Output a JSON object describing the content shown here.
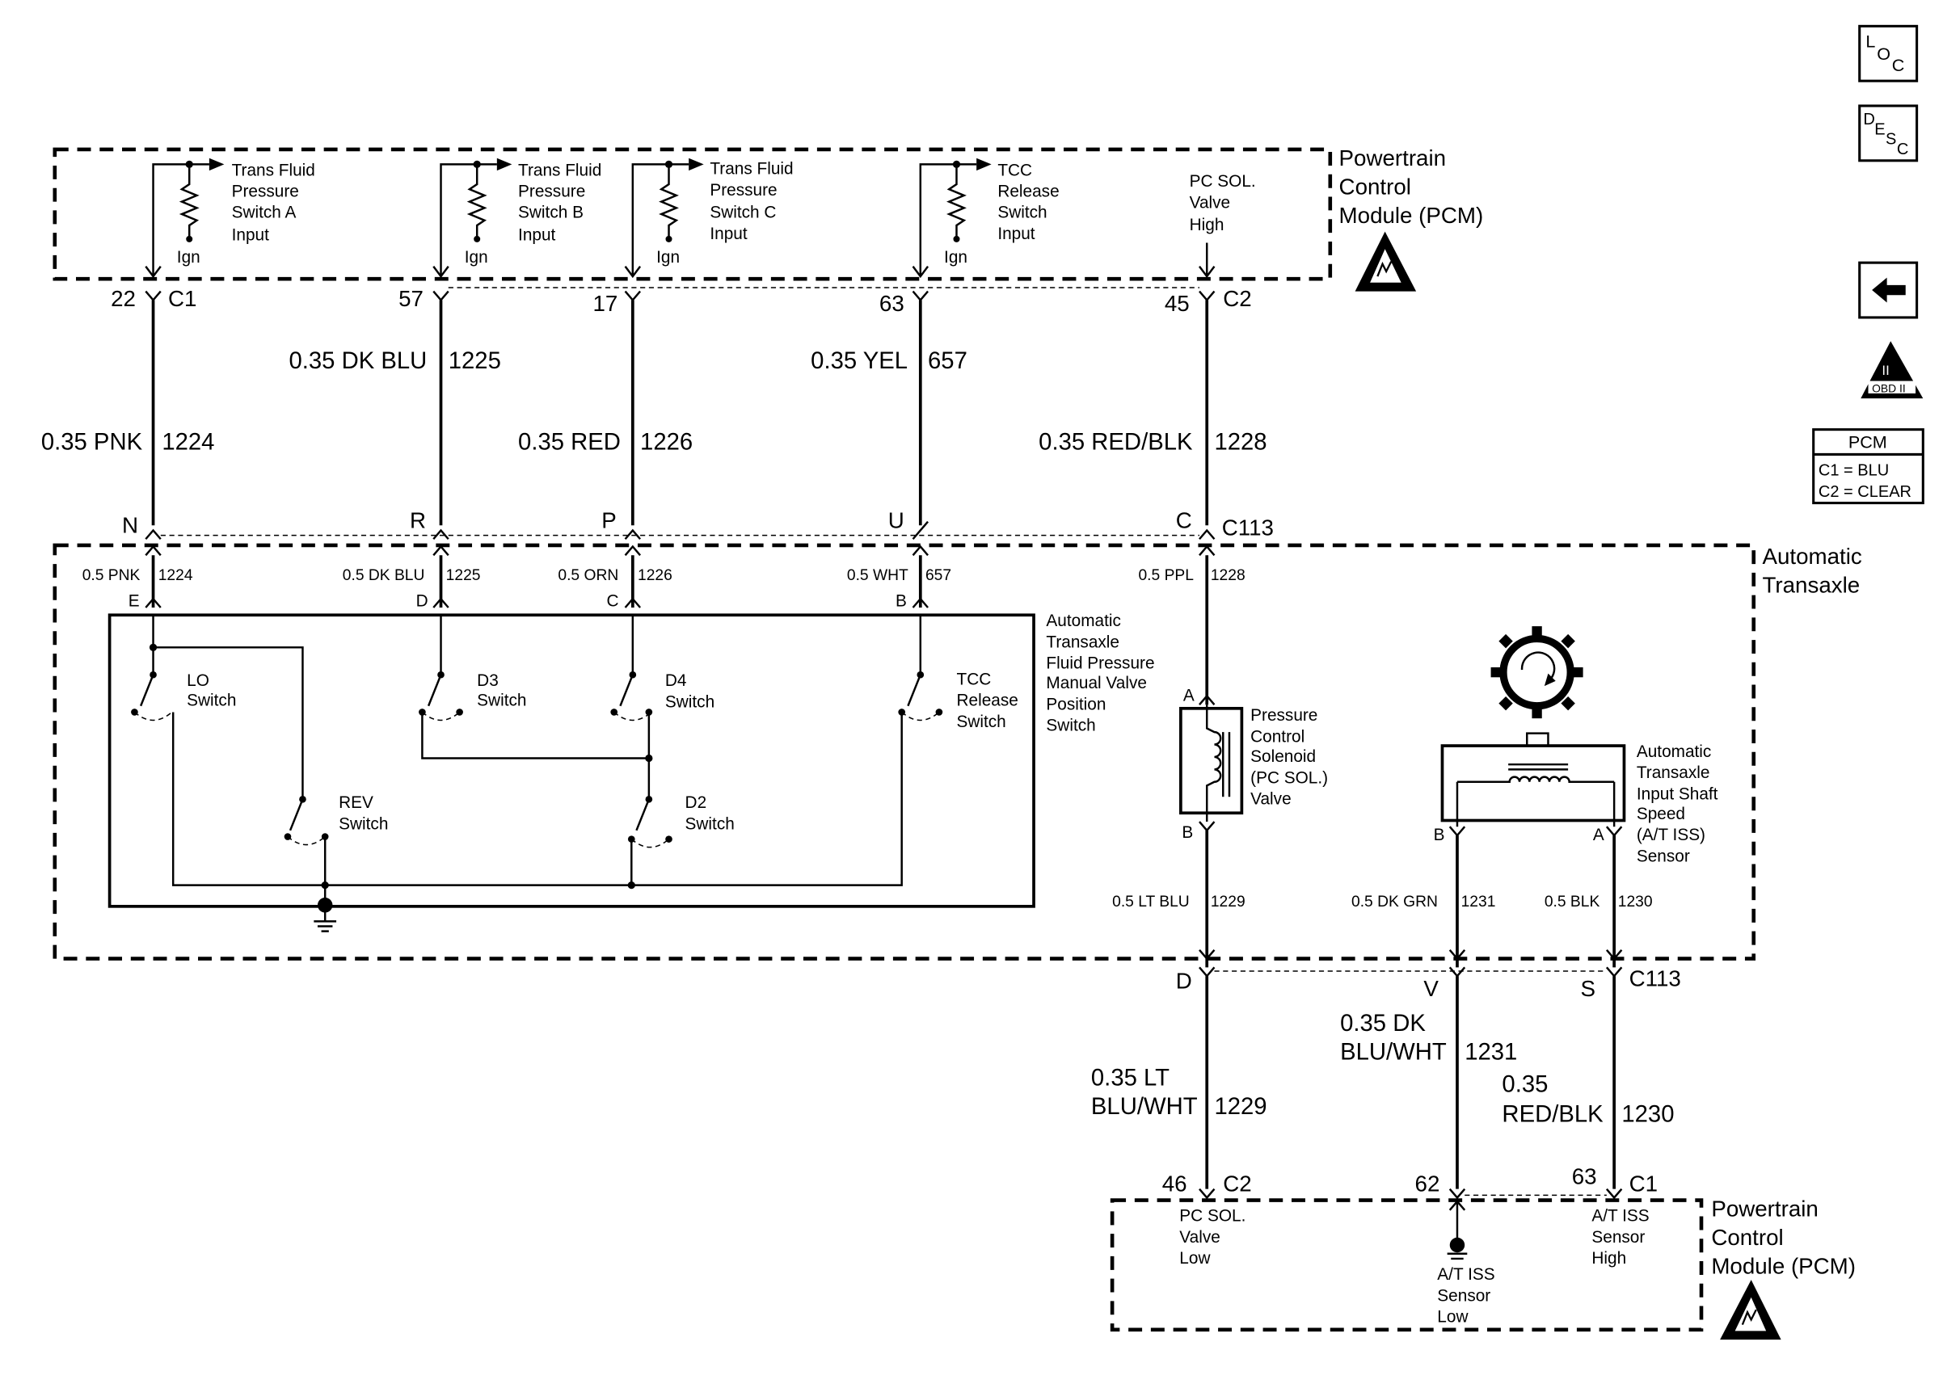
{
  "pcm_top": {
    "title": [
      "Powertrain",
      "Control",
      "Module (PCM)"
    ],
    "inputs": [
      {
        "lines": [
          "Trans Fluid",
          "Pressure",
          "Switch A",
          "Input"
        ],
        "ign": "Ign"
      },
      {
        "lines": [
          "Trans Fluid",
          "Pressure",
          "Switch B",
          "Input"
        ],
        "ign": "Ign"
      },
      {
        "lines": [
          "Trans Fluid",
          "Pressure",
          "Switch C",
          "Input"
        ],
        "ign": "Ign"
      },
      {
        "lines": [
          "TCC",
          "Release",
          "Switch",
          "Input"
        ],
        "ign": "Ign"
      },
      {
        "lines": [
          "PC SOL.",
          "Valve",
          "High"
        ],
        "ign": ""
      }
    ],
    "pins": [
      "22",
      "57",
      "17",
      "63",
      "45"
    ],
    "connectors": [
      "C1",
      "C2"
    ]
  },
  "harness_top": [
    {
      "gauge": "0.35 PNK",
      "circuit": "1224"
    },
    {
      "gauge": "0.35 DK BLU",
      "circuit": "1225"
    },
    {
      "gauge": "0.35 RED",
      "circuit": "1226"
    },
    {
      "gauge": "0.35 YEL",
      "circuit": "657"
    },
    {
      "gauge": "0.35 RED/BLK",
      "circuit": "1228"
    }
  ],
  "c113_top": {
    "pins": [
      "N",
      "R",
      "P",
      "U",
      "C"
    ],
    "connector": "C113"
  },
  "transaxle": {
    "title": [
      "Automatic",
      "Transaxle"
    ],
    "wires_top": [
      {
        "gauge": "0.5 PNK",
        "circuit": "1224"
      },
      {
        "gauge": "0.5 DK BLU",
        "circuit": "1225"
      },
      {
        "gauge": "0.5 ORN",
        "circuit": "1226"
      },
      {
        "gauge": "0.5 WHT",
        "circuit": "657"
      },
      {
        "gauge": "0.5 PPL",
        "circuit": "1228"
      }
    ],
    "switch_pins": [
      "E",
      "D",
      "C",
      "B"
    ],
    "switch_assembly": [
      "Automatic",
      "Transaxle",
      "Fluid Pressure",
      "Manual Valve",
      "Position",
      "Switch"
    ],
    "switches": {
      "lo": [
        "LO",
        "Switch"
      ],
      "d3": [
        "D3",
        "Switch"
      ],
      "d4": [
        "D4",
        "Switch"
      ],
      "tcc": [
        "TCC",
        "Release",
        "Switch"
      ],
      "rev": [
        "REV",
        "Switch"
      ],
      "d2": [
        "D2",
        "Switch"
      ]
    },
    "solenoid": {
      "label": [
        "Pressure",
        "Control",
        "Solenoid",
        "(PC SOL.)",
        "Valve"
      ],
      "pins": [
        "A",
        "B"
      ]
    },
    "iss": {
      "label": [
        "Automatic",
        "Transaxle",
        "Input Shaft",
        "Speed",
        "(A/T ISS)",
        "Sensor"
      ],
      "pins": [
        "B",
        "A"
      ]
    },
    "wires_bottom": [
      {
        "gauge": "0.5 LT BLU",
        "circuit": "1229"
      },
      {
        "gauge": "0.5 DK GRN",
        "circuit": "1231"
      },
      {
        "gauge": "0.5 BLK",
        "circuit": "1230"
      }
    ]
  },
  "c113_bottom": {
    "pins": [
      "D",
      "V",
      "S"
    ],
    "connector": "C113"
  },
  "harness_bottom": [
    {
      "gauge": [
        "0.35 LT",
        "BLU/WHT"
      ],
      "circuit": "1229"
    },
    {
      "gauge": [
        "0.35 DK",
        "BLU/WHT"
      ],
      "circuit": "1231"
    },
    {
      "gauge": [
        "0.35",
        "RED/BLK"
      ],
      "circuit": "1230"
    }
  ],
  "pcm_bottom": {
    "title": [
      "Powertrain",
      "Control",
      "Module (PCM)"
    ],
    "pins": [
      "46",
      "62",
      "63"
    ],
    "connectors": [
      "C2",
      "C1"
    ],
    "labels": {
      "pc_low": [
        "PC SOL.",
        "Valve",
        "Low"
      ],
      "iss_low": [
        "A/T ISS",
        "Sensor",
        "Low"
      ],
      "iss_high": [
        "A/T ISS",
        "Sensor",
        "High"
      ]
    }
  },
  "sidebar": {
    "loc": {
      "big": "L",
      "sub": "O",
      "sub2": "C"
    },
    "desc": {
      "big": "D",
      "sub": "E",
      "sub2": "S",
      "sub3": "C"
    },
    "obd": {
      "numeral": "II",
      "text": "OBD II"
    },
    "pcm_legend": {
      "title": "PCM",
      "rows": [
        "C1 = BLU",
        "C2 = CLEAR"
      ]
    }
  }
}
